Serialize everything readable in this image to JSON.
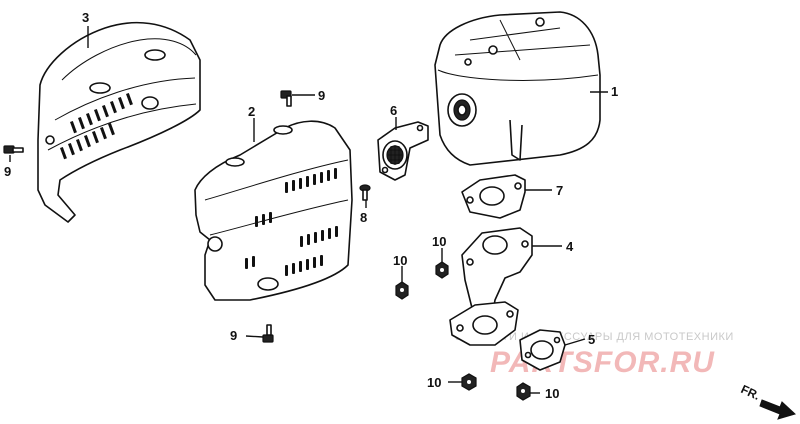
{
  "callouts": {
    "c1": "1",
    "c2": "2",
    "c3": "3",
    "c4": "4",
    "c5": "5",
    "c6": "6",
    "c7": "7",
    "c8": "8",
    "c9a": "9",
    "c9b": "9",
    "c9c": "9",
    "c10a": "10",
    "c10b": "10",
    "c10c": "10",
    "c10d": "10"
  },
  "watermark": {
    "text": "ЗАПЧАСТИ И АКСЕССУАРЫ ДЛЯ МОТОТЕХНИКИ",
    "logo": "PARTSFOR.RU"
  },
  "direction_indicator": {
    "label": "FR."
  }
}
